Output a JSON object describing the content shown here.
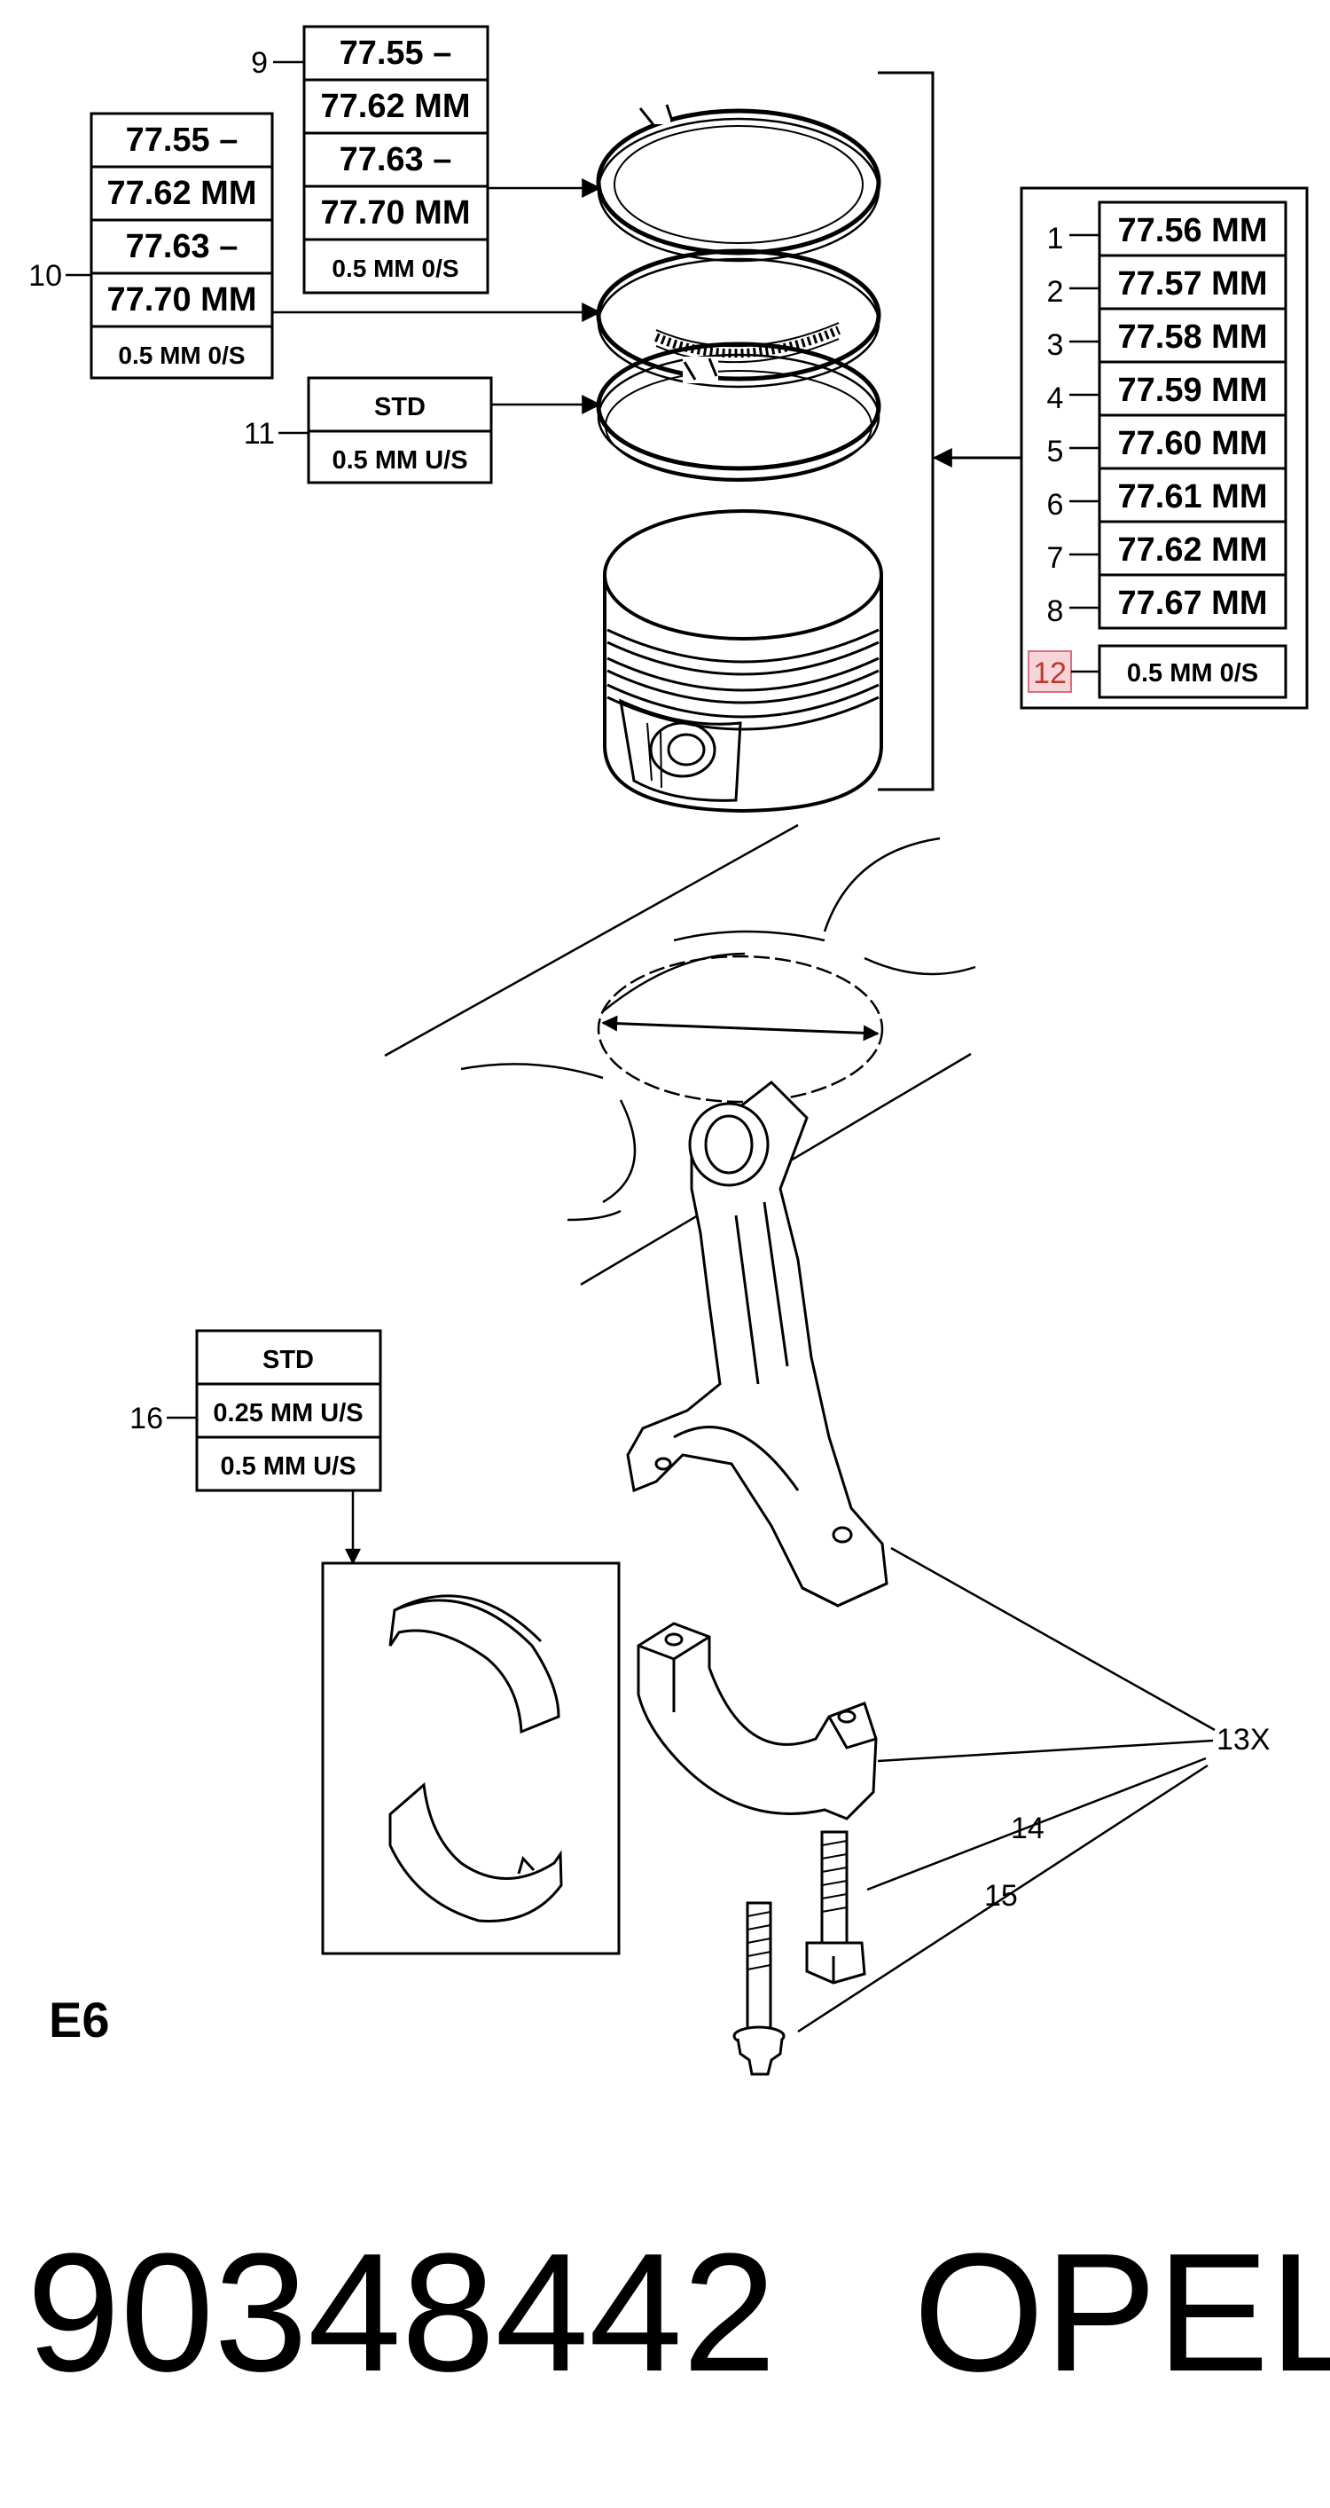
{
  "callouts": {
    "ring9": {
      "number": "9",
      "rows": [
        "77.55 –",
        "77.62 MM",
        "77.63 –",
        "77.70 MM",
        "0.5 MM 0/S"
      ]
    },
    "ring10": {
      "number": "10",
      "rows": [
        "77.55 –",
        "77.62 MM",
        "77.63 –",
        "77.70 MM",
        "0.5 MM 0/S"
      ]
    },
    "ring11": {
      "number": "11",
      "rows": [
        "STD",
        "0.5 MM U/S"
      ]
    },
    "pistons": {
      "items": [
        {
          "number": "1",
          "value": "77.56 MM"
        },
        {
          "number": "2",
          "value": "77.57 MM"
        },
        {
          "number": "3",
          "value": "77.58 MM"
        },
        {
          "number": "4",
          "value": "77.59 MM"
        },
        {
          "number": "5",
          "value": "77.60 MM"
        },
        {
          "number": "6",
          "value": "77.61 MM"
        },
        {
          "number": "7",
          "value": "77.62 MM"
        },
        {
          "number": "8",
          "value": "77.67 MM"
        }
      ],
      "oversize": {
        "number": "12",
        "value": "0.5 MM 0/S"
      }
    },
    "bearing16": {
      "number": "16",
      "rows": [
        "STD",
        "0.25 MM U/S",
        "0.5 MM U/S"
      ]
    },
    "labels": {
      "rod": "13X",
      "bolt14": "14",
      "bolt15": "15"
    }
  },
  "section_code": "E6",
  "footer": {
    "part_number": "90348442",
    "brand": "OPEL"
  },
  "colors": {
    "ink": "#000000",
    "highlight_fill": "#f6d5da",
    "highlight_border": "#d9707e"
  }
}
